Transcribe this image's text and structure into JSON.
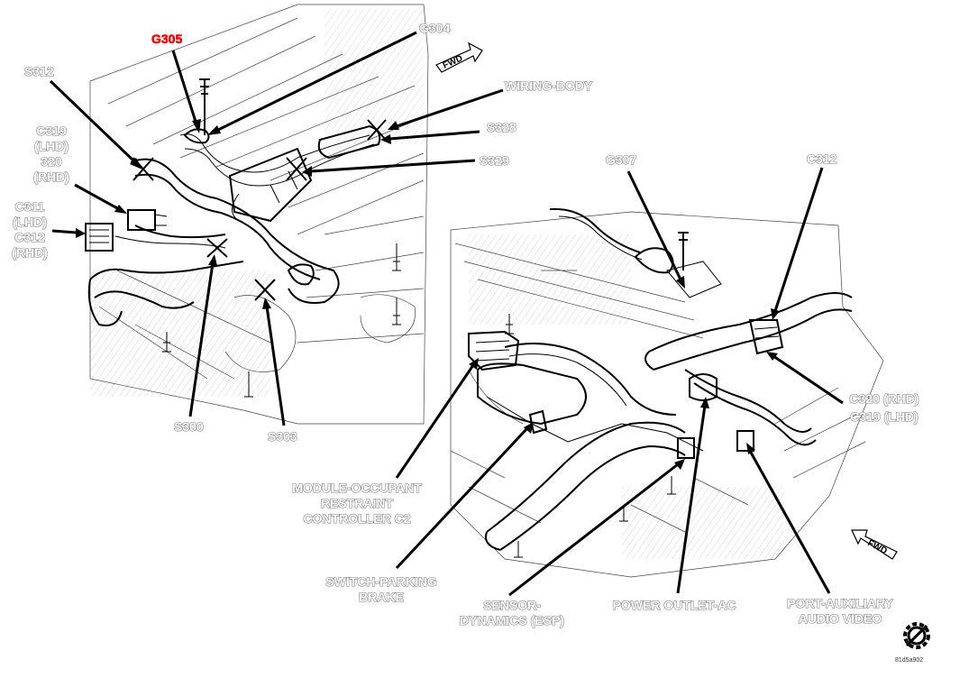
{
  "labels": {
    "g305": "G305",
    "g304": "G304",
    "s312": "S312",
    "wiring_body": "WIRING-BODY",
    "s328": "S328",
    "s329": "S329",
    "c319_320": [
      "C319",
      "(LHD)",
      "320",
      "(RHD)"
    ],
    "c311_c312": [
      "C311",
      "(LHD)",
      "C312",
      "(RHD)"
    ],
    "s300": "S300",
    "s303": "S303",
    "g307": "G307",
    "c312": "C312",
    "c320_c319": [
      "C320 (RHD)",
      "C319 (LHD)"
    ],
    "module_occupant": [
      "MODULE-OCCUPANT",
      "RESTRAINT",
      "CONTROLLER C2"
    ],
    "switch_parking": [
      "SWITCH-PARKING",
      "BRAKE"
    ],
    "sensor_dynamics": [
      "SENSOR-",
      "DYNAMICS (ESP)"
    ],
    "power_outlet": "POWER OUTLET-AC",
    "port_auxiliary": [
      "PORT-AUXILIARY",
      "AUDIO VIDEO"
    ]
  },
  "fwd_label": "FWD",
  "figure_id": "81d5a902",
  "colors": {
    "highlight": "#ff0000",
    "label_fill": "#ffffff",
    "label_outline": "#7a7a7a",
    "line": "#000000"
  },
  "icons": [
    "fwd-arrow-icon",
    "gear-icon"
  ]
}
